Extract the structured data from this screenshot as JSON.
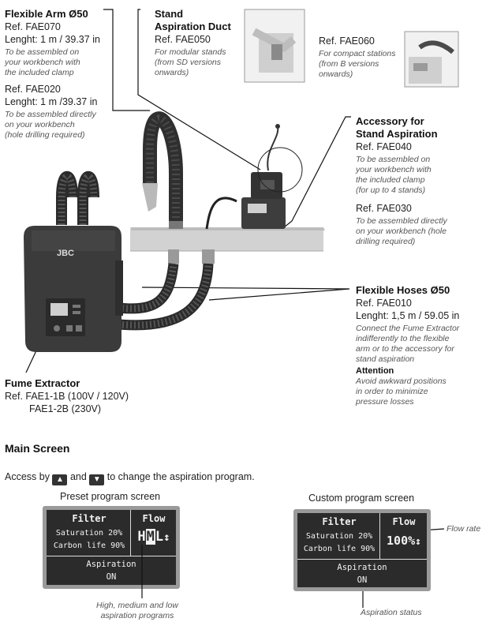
{
  "flexible_arm": {
    "title": "Flexible Arm Ø50",
    "ref1": "Ref. FAE070",
    "length1": "Lenght: 1 m / 39.37 in",
    "note1": [
      "To be assembled on",
      "your workbench with",
      "the included clamp"
    ],
    "ref2": "Ref. FAE020",
    "length2": "Lenght: 1 m /39.37 in",
    "note2": [
      "To be assembled directly",
      "on your workbench",
      "(hole drilling required)"
    ]
  },
  "stand_duct": {
    "title": [
      "Stand",
      "Aspiration Duct"
    ],
    "ref": "Ref. FAE050",
    "note": [
      "For modular stands",
      "(from SD versions",
      "onwards)"
    ]
  },
  "compact": {
    "ref": "Ref. FAE060",
    "note": [
      "For compact stations",
      "(from B versions",
      "onwards)"
    ]
  },
  "accessory": {
    "title": [
      "Accessory for",
      "Stand Aspiration"
    ],
    "ref": "Ref. FAE040",
    "note": [
      "To be assembled on",
      "your workbench with",
      "the included clamp",
      "(for up to 4 stands)"
    ],
    "ref2": "Ref. FAE030",
    "note2": [
      "To be assembled directly",
      "on your workbench (hole",
      "drilling required)"
    ]
  },
  "hoses": {
    "title": "Flexible Hoses Ø50",
    "ref": "Ref. FAE010",
    "length": "Lenght: 1,5 m / 59.05 in",
    "note": [
      "Connect the Fume Extractor",
      "indifferently to the flexible",
      "arm or to the accessory for",
      "stand aspiration"
    ],
    "attention": "Attention",
    "attention_note": [
      "Avoid awkward positions",
      "in order to minimize",
      "pressure losses"
    ]
  },
  "extractor": {
    "title": "Fume Extractor",
    "ref_line1": "Ref.  FAE1-1B (100V / 120V)",
    "ref_line2": "FAE1-2B (230V)",
    "logo": "JBC"
  },
  "main_screen": {
    "title": "Main Screen",
    "access_prefix": "Access by",
    "access_and": "and",
    "access_suffix": "to change the aspiration program.",
    "up_icon": "chevron-up-icon",
    "down_icon": "chevron-down-icon"
  },
  "preset": {
    "caption": "Preset program screen",
    "filter": "Filter",
    "flow": "Flow",
    "saturation": "Saturation 20%",
    "carbon": "Carbon life 90%",
    "flow_h": "H",
    "flow_m": "M",
    "flow_l": "L",
    "aspiration": "Aspiration",
    "status": "ON",
    "annotation": [
      "High, medium and low",
      "aspiration programs"
    ]
  },
  "custom": {
    "caption": "Custom program screen",
    "filter": "Filter",
    "flow": "Flow",
    "saturation": "Saturation 20%",
    "carbon": "Carbon life 90%",
    "flow_value": "100%",
    "aspiration": "Aspiration",
    "status": "ON",
    "flow_rate_label": "Flow rate",
    "status_label": "Aspiration status"
  },
  "colors": {
    "lcd_bg": "#2b2b2b",
    "lcd_frame": "#9a9a9a",
    "bench": "#cfcfcf",
    "device": "#3a3a3a"
  }
}
